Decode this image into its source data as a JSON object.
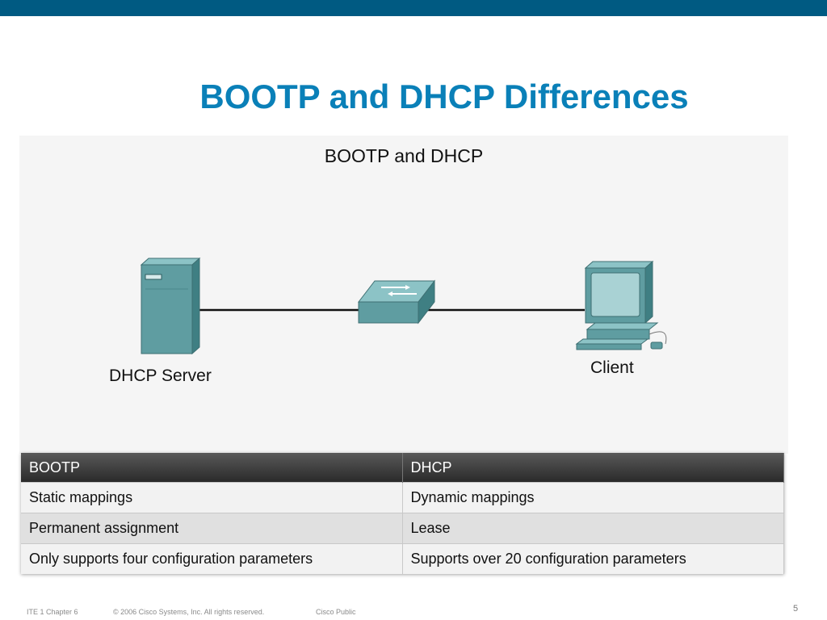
{
  "slide": {
    "title": "BOOTP and DHCP Differences"
  },
  "figure": {
    "title": "BOOTP and DHCP",
    "server_label": "DHCP Server",
    "client_label": "Client",
    "device_color": "#5f9da1"
  },
  "table": {
    "headers": [
      "BOOTP",
      "DHCP"
    ],
    "rows": [
      [
        "Static mappings",
        "Dynamic mappings"
      ],
      [
        "Permanent assignment",
        "Lease"
      ],
      [
        "Only supports four configuration parameters",
        "Supports over 20 configuration parameters"
      ]
    ]
  },
  "footer": {
    "course": "ITE 1 Chapter 6",
    "copyright": "© 2006 Cisco Systems, Inc. All rights reserved.",
    "classification": "Cisco Public",
    "page_number": "5"
  },
  "colors": {
    "top_bar": "#005a82",
    "title": "#0a80b8"
  }
}
